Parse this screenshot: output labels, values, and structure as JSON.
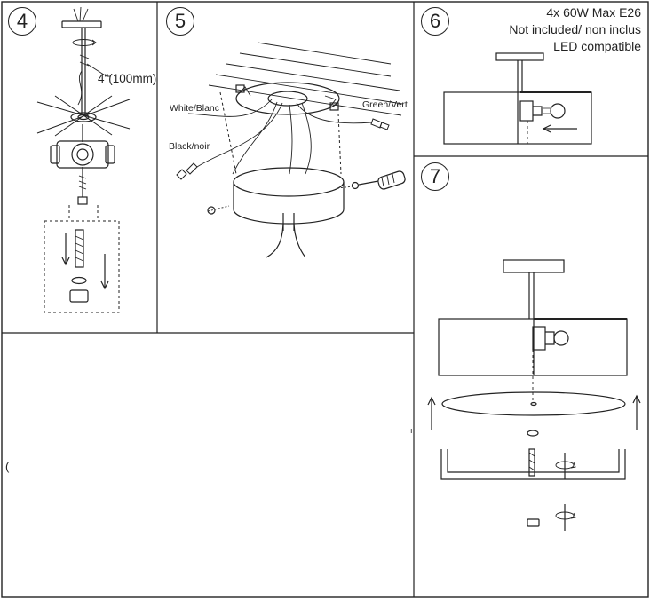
{
  "steps": {
    "s4": {
      "number": "4",
      "measure": "4\"(100mm)"
    },
    "s5": {
      "number": "5",
      "wire_white": "White/Blanc",
      "wire_black": "Black/noir",
      "wire_green": "Green/Vert"
    },
    "s6": {
      "number": "6",
      "spec1": "4x 60W Max E26",
      "spec2": "Not included/ non inclus",
      "spec3": "LED compatible"
    },
    "s7": {
      "number": "7"
    }
  },
  "stray": {
    "mark1": "(",
    "mark2": "ı"
  }
}
